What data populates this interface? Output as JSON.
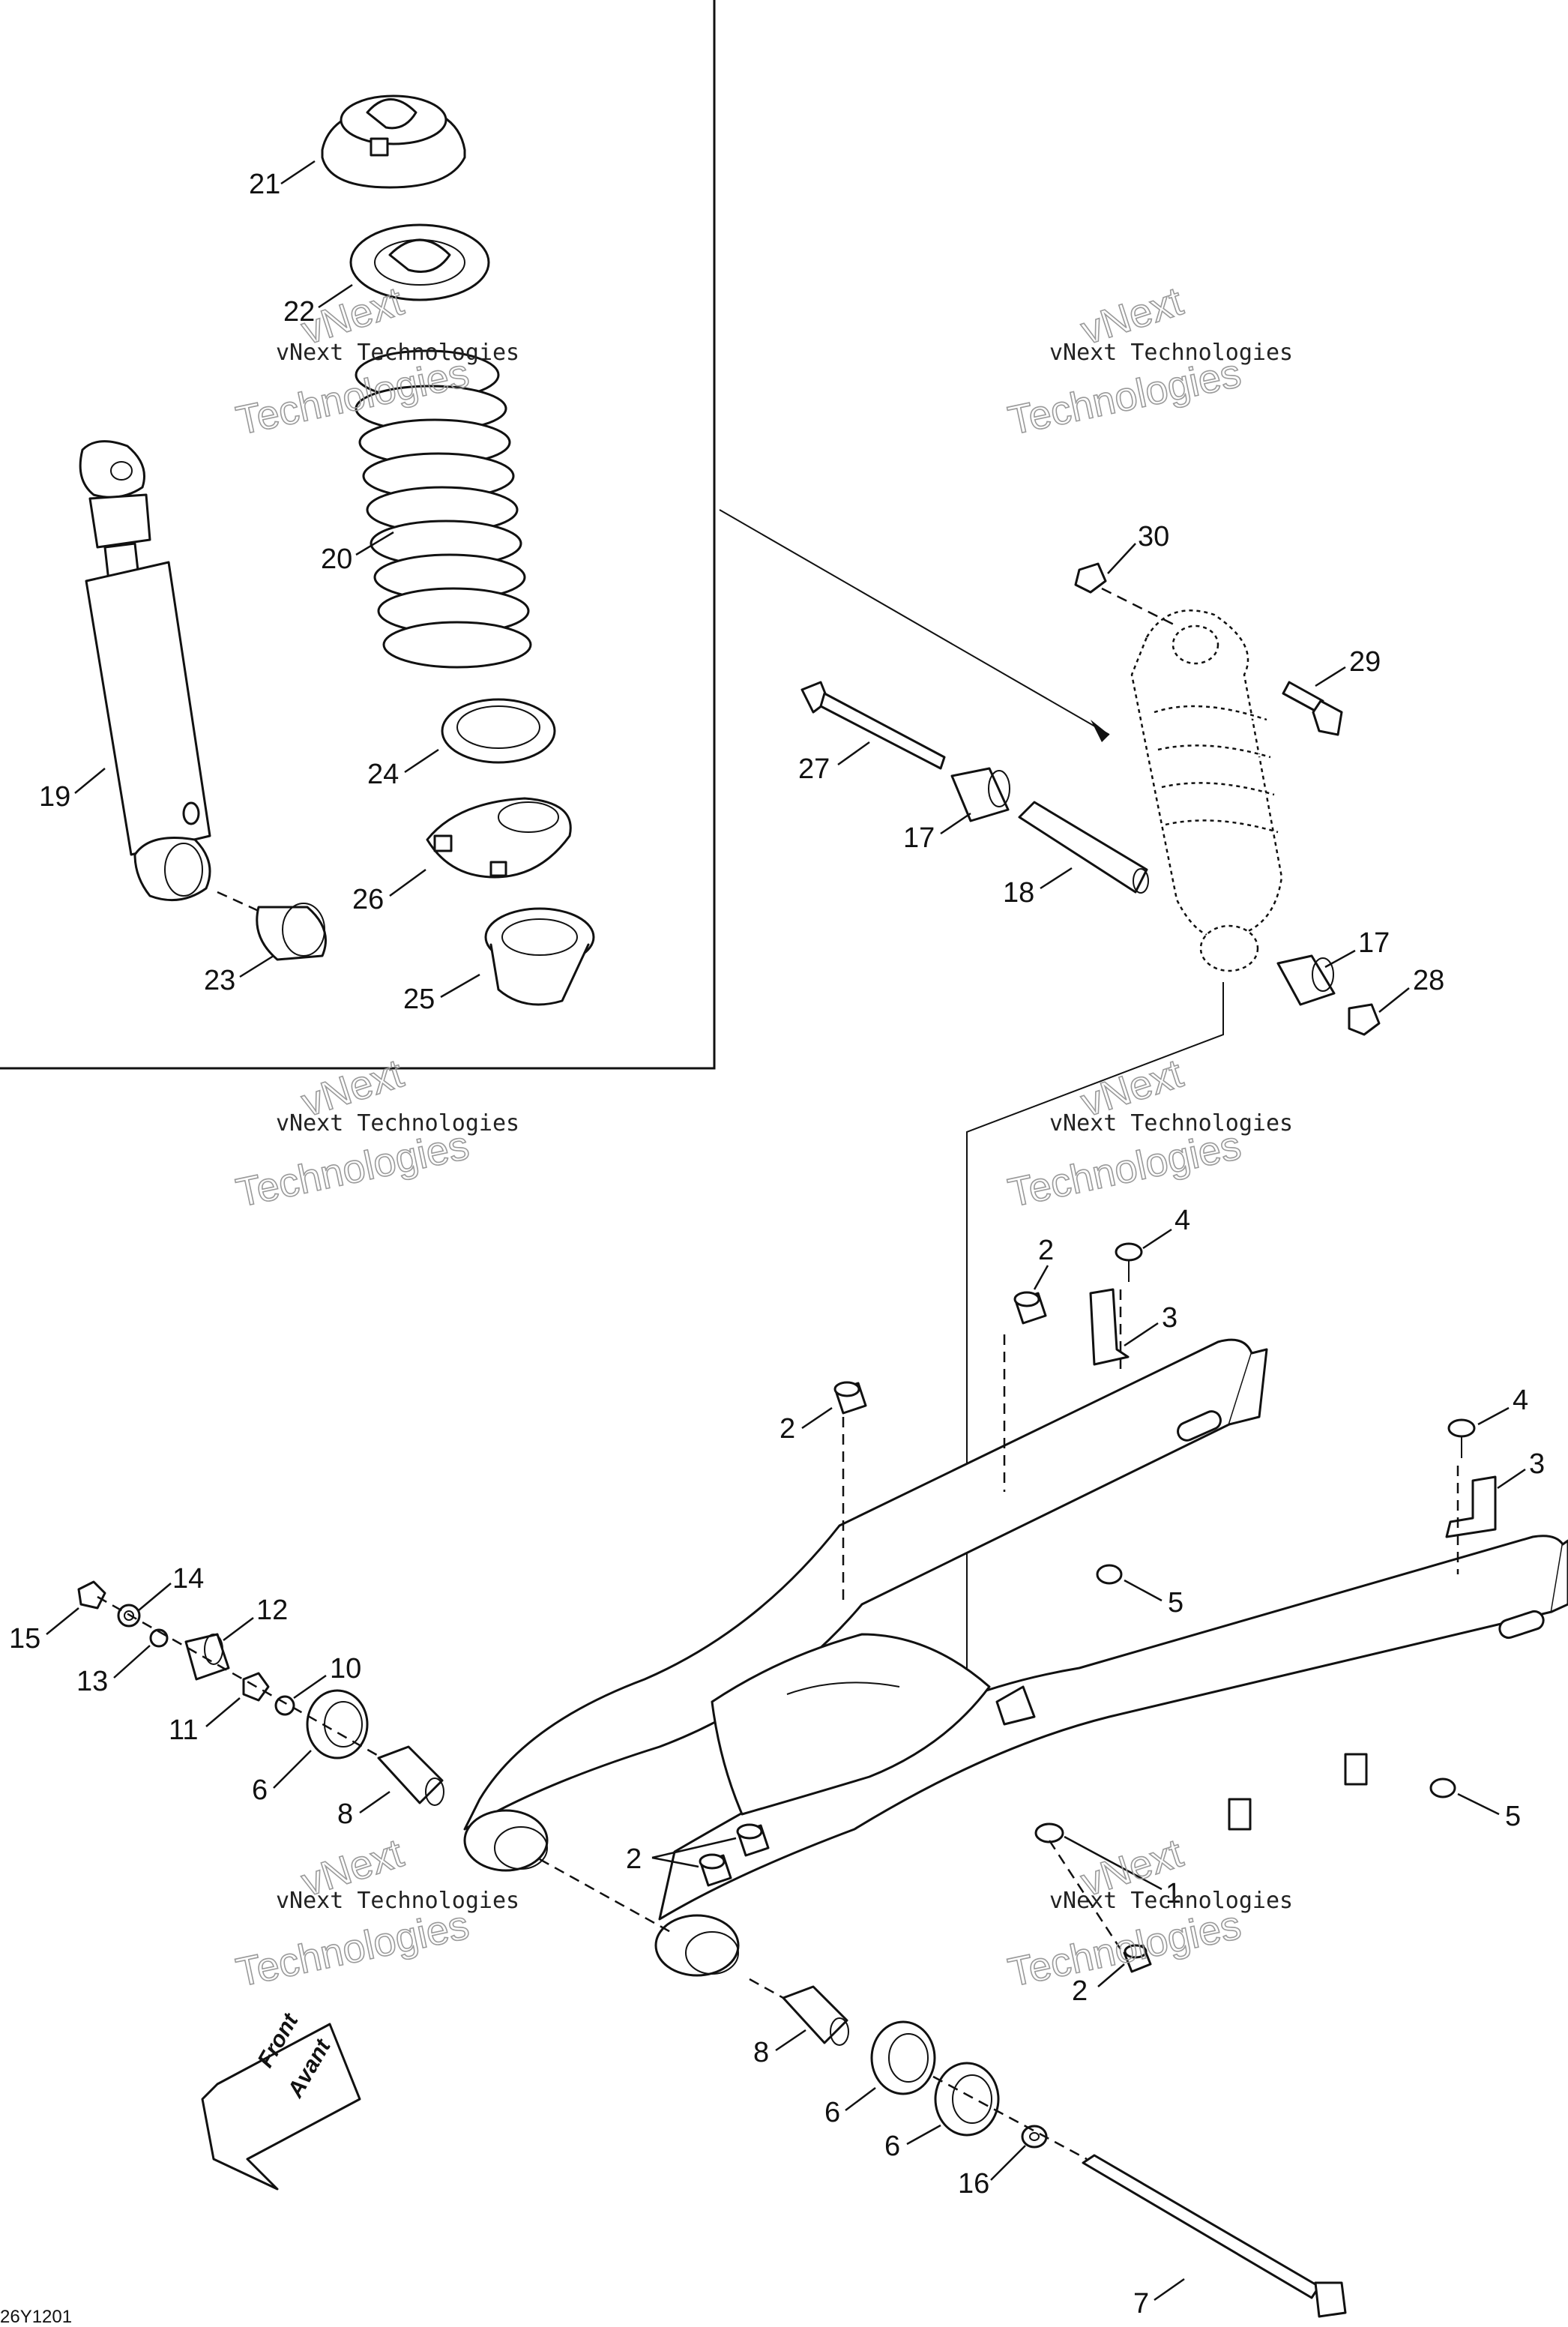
{
  "drawing_code": "26Y1201",
  "watermark": {
    "line1": "vNext Technologies",
    "line2": "vNext",
    "line3": "Technologies"
  },
  "direction_arrow": {
    "line1": "Front",
    "line2": "Avant"
  },
  "callouts": {
    "c1": "1",
    "c2": "2",
    "c3": "3",
    "c4": "4",
    "c5": "5",
    "c6": "6",
    "c7": "7",
    "c8": "8",
    "c10": "10",
    "c11": "11",
    "c12": "12",
    "c13": "13",
    "c14": "14",
    "c15": "15",
    "c16": "16",
    "c17": "17",
    "c18": "18",
    "c19": "19",
    "c20": "20",
    "c21": "21",
    "c22": "22",
    "c23": "23",
    "c24": "24",
    "c25": "25",
    "c26": "26",
    "c27": "27",
    "c28": "28",
    "c29": "29",
    "c30": "30"
  },
  "colors": {
    "line": "#111111",
    "background": "#ffffff",
    "watermark": "#9a9a9a"
  }
}
